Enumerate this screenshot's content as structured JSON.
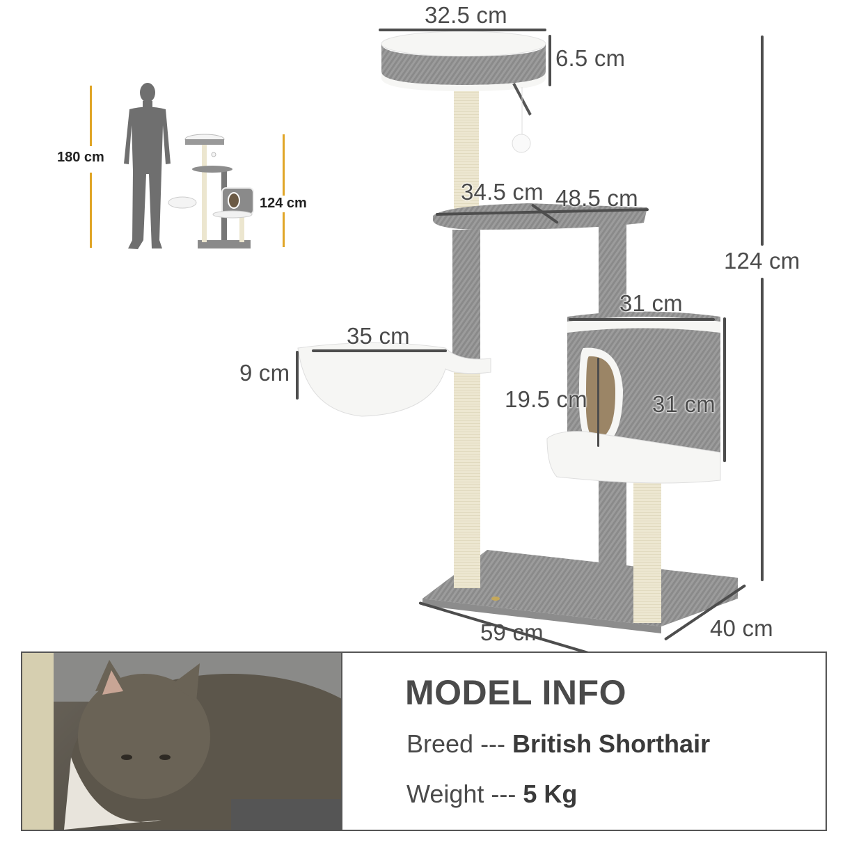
{
  "scale_reference": {
    "person_height": "180 cm",
    "tree_height": "124 cm",
    "line_color": "#e0a526"
  },
  "dimensions": {
    "top_perch_diameter": "32.5 cm",
    "top_perch_height": "6.5 cm",
    "middle_platform_depth": "34.5 cm",
    "middle_platform_width": "48.5 cm",
    "total_height": "124 cm",
    "hammock_diameter": "35 cm",
    "hammock_depth": "9 cm",
    "condo_width": "31 cm",
    "condo_entrance_height": "19.5 cm",
    "condo_height": "31 cm",
    "base_width": "59 cm",
    "base_depth": "40 cm"
  },
  "colors": {
    "dimension_line": "#4d4d4d",
    "fabric_gray": "#9a9a9a",
    "plush_white": "#f6f6f4",
    "sisal": "#ece6cf"
  },
  "model_info": {
    "title": "MODEL INFO",
    "breed_label": "Breed --- ",
    "breed_value": "British Shorthair",
    "weight_label": "Weight --- ",
    "weight_value": "5 Kg"
  }
}
